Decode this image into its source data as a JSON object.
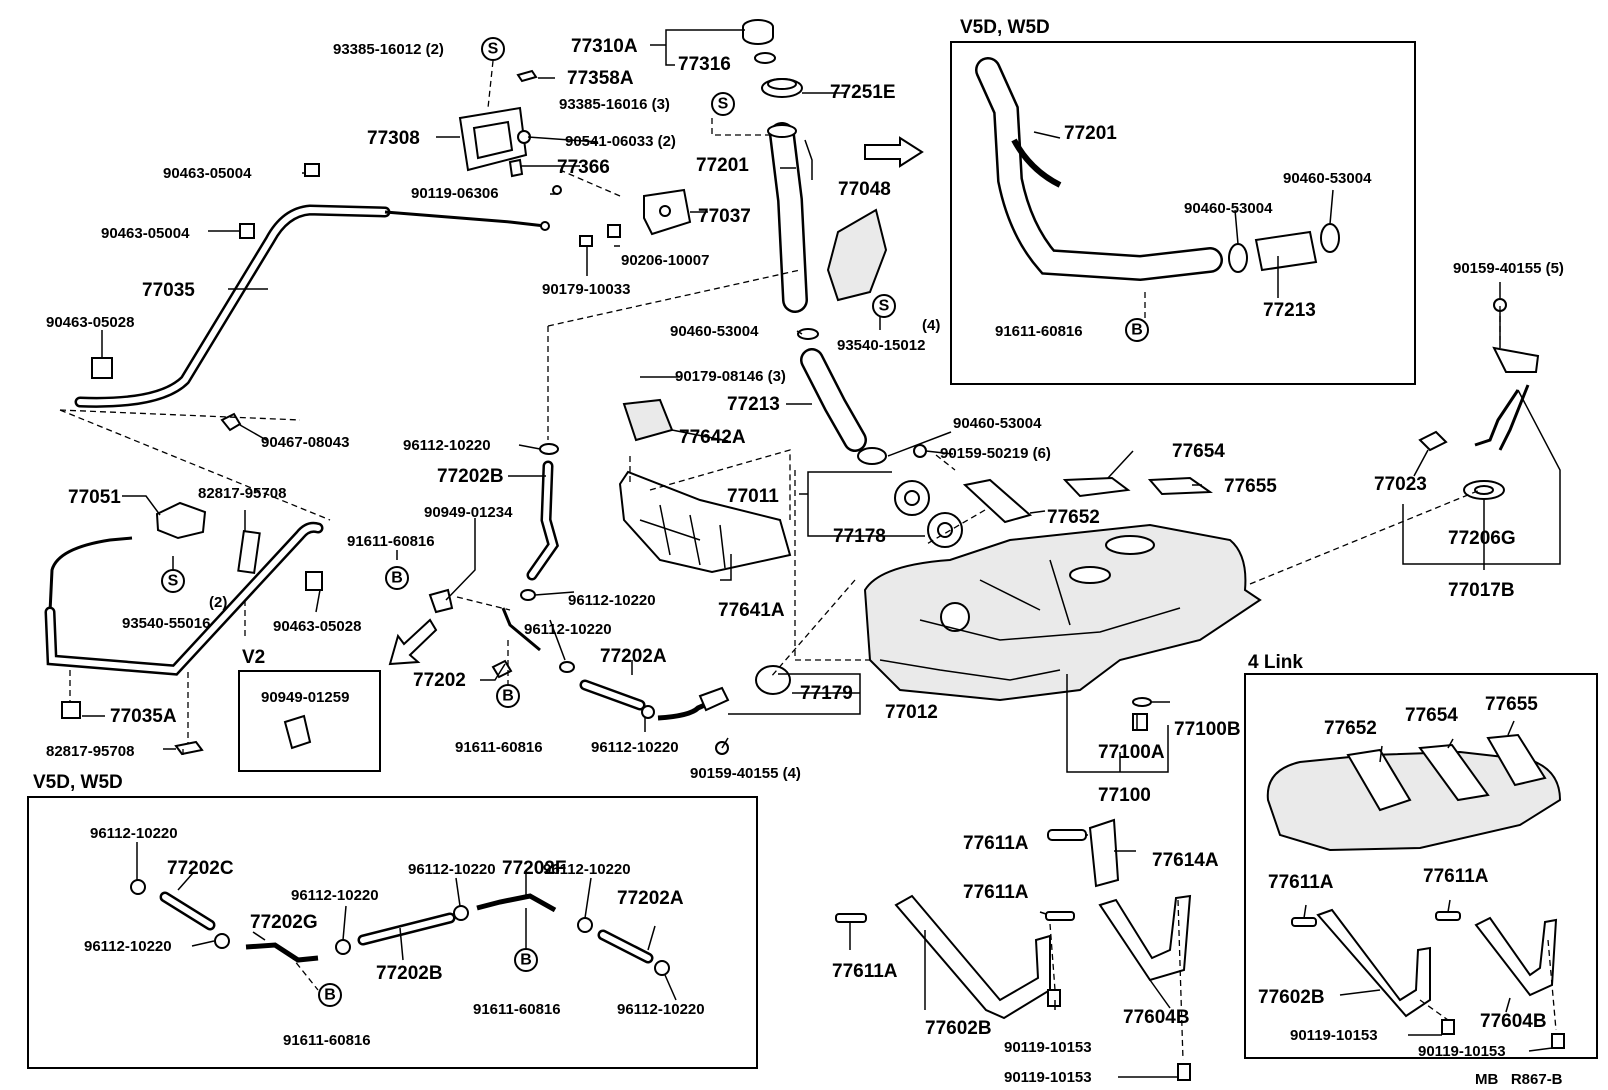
{
  "diagram": {
    "footer_code": "MB   R867-B",
    "boxes": {
      "top_right_title": "V5D, W5D",
      "v2_title": "V2",
      "bottom_left_title": "V5D, W5D",
      "four_link_title": "4 Link"
    },
    "symbols": {
      "s": "S",
      "b": "B"
    },
    "labels": {
      "p93385_16012": "93385-16012 (2)",
      "p77310A": "77310A",
      "p77316": "77316",
      "p77358A": "77358A",
      "p77251E": "77251E",
      "p93385_16016": "93385-16016 (3)",
      "p77308": "77308",
      "p90541_06033": "90541-06033 (2)",
      "p77201a": "77201",
      "p77366": "77366",
      "p90463_05004a": "90463-05004",
      "p90119_06306": "90119-06306",
      "p77048": "77048",
      "p77037": "77037",
      "p90463_05004b": "90463-05004",
      "p90206_10007": "90206-10007",
      "p90179_10033": "90179-10033",
      "p77035": "77035",
      "p90463_05028a": "90463-05028",
      "p90460_53004a": "90460-53004",
      "p93540_15012": "93540-15012",
      "p93540_15012_qty": "(4)",
      "p90179_08146": "90179-08146 (3)",
      "p77213a": "77213",
      "p90467_08043": "90467-08043",
      "p96112_10220a": "96112-10220",
      "p77642A": "77642A",
      "p90460_53004b": "90460-53004",
      "p90159_50219": "90159-50219 (6)",
      "p77654a": "77654",
      "p77202B_a": "77202B",
      "p77011": "77011",
      "p77655a": "77655",
      "p77051": "77051",
      "p82817_95708a": "82817-95708",
      "p90949_01234": "90949-01234",
      "p77652a": "77652",
      "p77178": "77178",
      "p91611_60816a": "91611-60816",
      "p96112_10220b": "96112-10220",
      "p77641A": "77641A",
      "p93540_55016": "93540-55016",
      "p93540_55016_qty": "(2)",
      "p90463_05028b": "90463-05028",
      "p96112_10220c": "96112-10220",
      "p77202A_a": "77202A",
      "p77202": "77202",
      "p77179": "77179",
      "p77012": "77012",
      "p77035A": "77035A",
      "p90949_01259": "90949-01259",
      "p91611_60816b": "91611-60816",
      "p96112_10220d": "96112-10220",
      "p90159_40155a": "90159-40155 (4)",
      "p82817_95708b": "82817-95708",
      "p77100B": "77100B",
      "p77100A": "77100A",
      "p77100": "77100",
      "p77201b": "77201",
      "p90460_53004c": "90460-53004",
      "p90460_53004d": "90460-53004",
      "p77213b": "77213",
      "p91611_60816c": "91611-60816",
      "p90159_40155b": "90159-40155 (5)",
      "p77023": "77023",
      "p77206G": "77206G",
      "p77017B": "77017B",
      "p77652b": "77652",
      "p77654b": "77654",
      "p77655b": "77655",
      "p77611A_a": "77611A",
      "p77614A": "77614A",
      "p77611A_b": "77611A",
      "p77611A_c": "77611A",
      "p77602B_a": "77602B",
      "p90119_10153a": "90119-10153",
      "p77604B_a": "77604B",
      "p90119_10153b": "90119-10153",
      "p77611A_d": "77611A",
      "p77611A_e": "77611A",
      "p77602B_b": "77602B",
      "p77604B_b": "77604B",
      "p90119_10153c": "90119-10153",
      "p90119_10153d": "90119-10153",
      "p96112_10220e": "96112-10220",
      "p77202C": "77202C",
      "p96112_10220f": "96112-10220",
      "p77202F": "77202F",
      "p96112_10220g": "96112-10220",
      "p96112_10220h": "96112-10220",
      "p77202G": "77202G",
      "p77202A_b": "77202A",
      "p96112_10220i": "96112-10220",
      "p77202B_b": "77202B",
      "p91611_60816d": "91611-60816",
      "p96112_10220j": "96112-10220",
      "p91611_60816e": "91611-60816"
    }
  }
}
